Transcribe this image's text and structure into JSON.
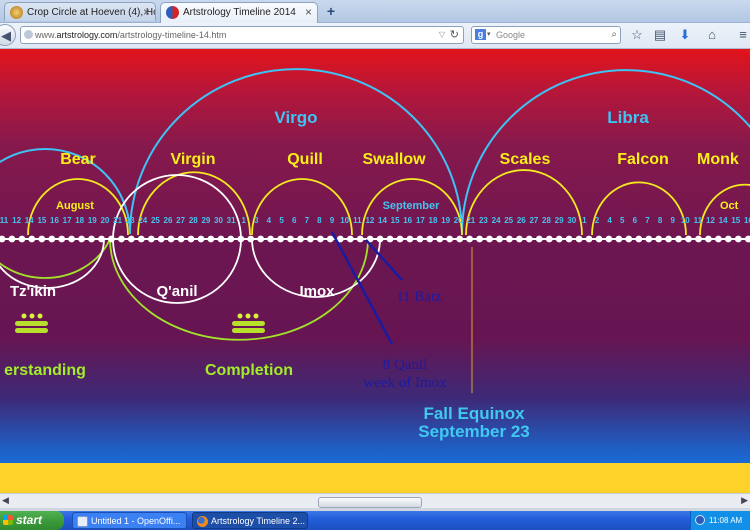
{
  "tabs": [
    {
      "label": "Crop Circle at Hoeven (4), Ho...",
      "active": false,
      "icon": "crop-circle-favicon"
    },
    {
      "label": "Artstrology Timeline 2014",
      "active": true,
      "icon": "artstrology-favicon"
    }
  ],
  "url": {
    "prefix": "www.",
    "host": "artstrology.com",
    "path": "/artstrology-timeline-14.htm"
  },
  "search": {
    "placeholder": "Google"
  },
  "colors": {
    "sign_arc": "#3ec3f5",
    "constellation_arc": "#f3ea20",
    "glyph_circle": "#ffffff",
    "trecena_circle": "#a3e22a",
    "day_numbers": "#46c3ef",
    "annotation": "#1b1ba2",
    "sign_label": "#3ec3f5",
    "constellation_label": "#f9ef18",
    "tzolkin_label": "#ffffff",
    "theme_label": "#a2ee29",
    "equinox_label": "#40c8f3",
    "equinox_line": "#d9a52f",
    "yellow_band": "#ffd22a"
  },
  "timeline": {
    "signs": [
      "Virgo",
      "Libra"
    ],
    "constellations": [
      "Bear",
      "Virgin",
      "Quill",
      "Swallow",
      "Scales",
      "Falcon",
      "Monk"
    ],
    "months": [
      "August",
      "September",
      "Oct"
    ],
    "day_numbers": [
      "11",
      "12",
      "14",
      "15",
      "16",
      "17",
      "18",
      "19",
      "20",
      "21",
      "23",
      "24",
      "25",
      "26",
      "27",
      "28",
      "29",
      "30",
      "31",
      "1",
      "3",
      "4",
      "5",
      "6",
      "7",
      "8",
      "9",
      "10",
      "11",
      "12",
      "14",
      "15",
      "16",
      "17",
      "18",
      "19",
      "20",
      "21",
      "23",
      "24",
      "25",
      "26",
      "27",
      "28",
      "29",
      "30",
      "1",
      "2",
      "4",
      "5",
      "6",
      "7",
      "8",
      "9",
      "10",
      "11",
      "12",
      "14",
      "15",
      "16"
    ],
    "tzolkin": [
      "Tz'ikin",
      "Q'anil",
      "Imox"
    ],
    "themes": [
      "erstanding",
      "Completion"
    ],
    "annotations": [
      {
        "text": "11 Batz"
      },
      {
        "lines": [
          "8 Qanil",
          "week of Imox"
        ]
      }
    ],
    "equinox": [
      "Fall Equinox",
      "September 23"
    ]
  },
  "statusbar": {},
  "taskbar": {
    "start_label": "start",
    "tasks": [
      {
        "label": "Untitled 1 - OpenOffi...",
        "icon": "openoffice-icon"
      },
      {
        "label": "Artstrology Timeline 2...",
        "icon": "firefox-icon"
      }
    ],
    "clock": "11:08 AM"
  }
}
